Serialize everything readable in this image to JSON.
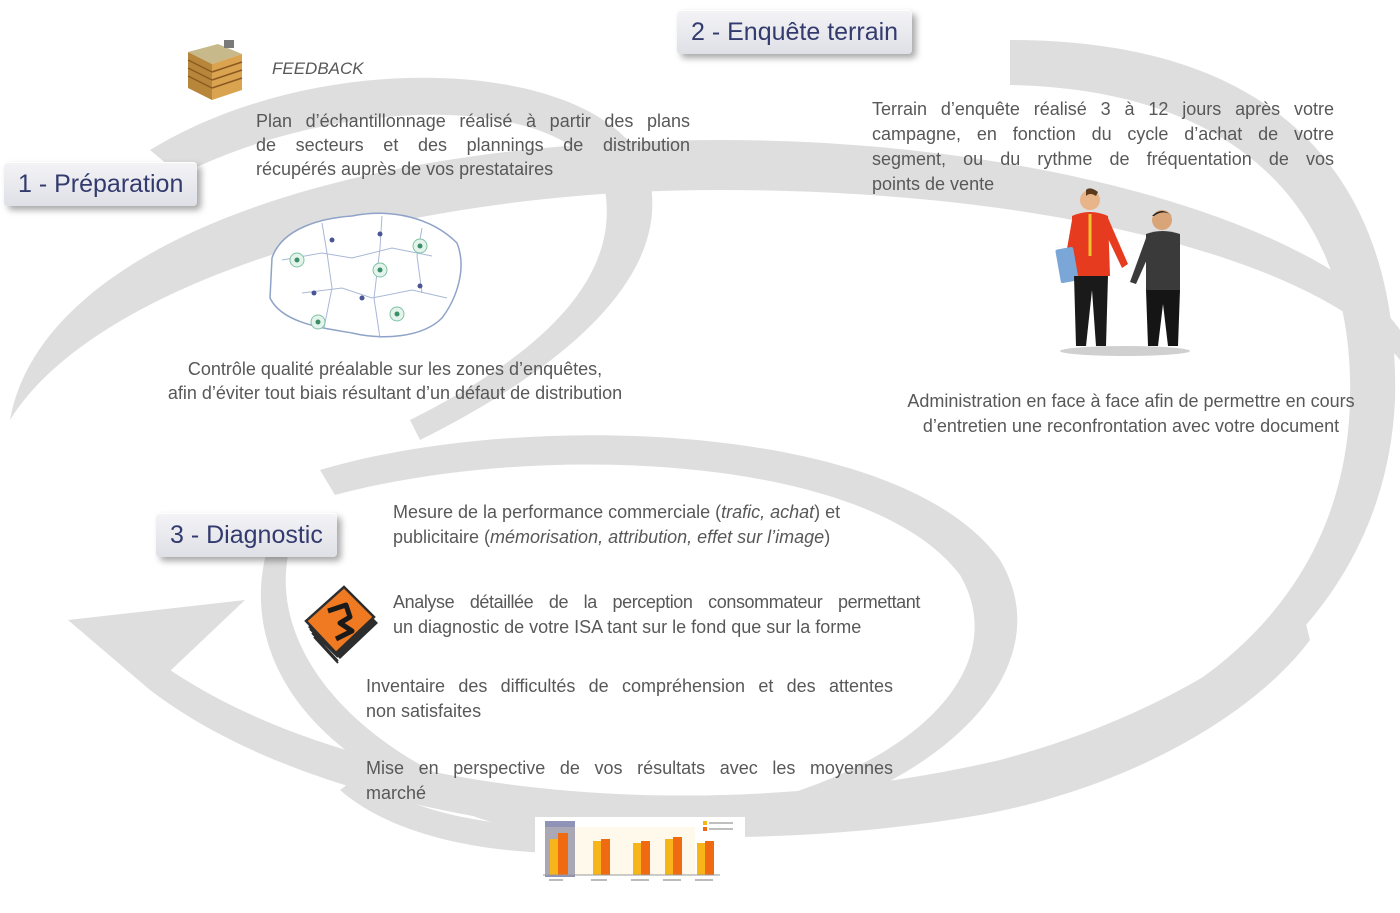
{
  "steps": [
    {
      "label": "1 - Préparation"
    },
    {
      "label": "2 - Enquête terrain"
    },
    {
      "label": "3 - Diagnostic"
    }
  ],
  "preparation": {
    "feedback": "FEEDBACK",
    "plan_line1": "Plan d’échantillonnage réalisé à partir  des plans",
    "plan_line2": "de secteurs et des plannings de distribution",
    "plan_line3": "récupérés auprès de vos prestataires",
    "control_line1": "Contrôle qualité préalable sur les zones d’enquêtes,",
    "control_line2": "afin d’éviter tout biais résultant d’un défaut de distribution"
  },
  "terrain": {
    "text_line1": "Terrain d’enquête réalisé 3 à 12 jours après votre",
    "text_line2": "campagne, en fonction du cycle d’achat de votre",
    "text_line3": "segment, ou du rythme de fréquentation de vos",
    "text_line4": "points de vente",
    "admin_line1": "Administration en face à face afin de permettre en cours",
    "admin_line2": "d’entretien une reconfrontation avec votre document"
  },
  "diagnostic": {
    "perf_line1_a": "Mesure de la performance commerciale (",
    "perf_line1_italic": "trafic, achat",
    "perf_line1_b": ") et",
    "perf_line2_a": "publicitaire (",
    "perf_line2_italic": "mémorisation, attribution, effet sur l’image",
    "perf_line2_b": ")",
    "analyse_line1": "Analyse détaillée de la perception consommateur permettant",
    "analyse_line2": "un diagnostic de votre ISA tant sur le fond que sur la forme",
    "inventaire_line1": "Inventaire des difficultés de compréhension et des attentes",
    "inventaire_line2": "non satisfaites",
    "perspective_line1": "Mise en perspective de vos résultats avec les moyennes",
    "perspective_line2": "marché"
  },
  "colors": {
    "step_text": "#333b6e",
    "body_text": "#585858",
    "swirl": "#dcdcdc",
    "book_orange": "#f07a22",
    "shirt_red": "#e63b1f"
  },
  "icons": [
    "building-icon",
    "map-icon",
    "people-icon",
    "book-icon",
    "bar-chart-icon"
  ]
}
